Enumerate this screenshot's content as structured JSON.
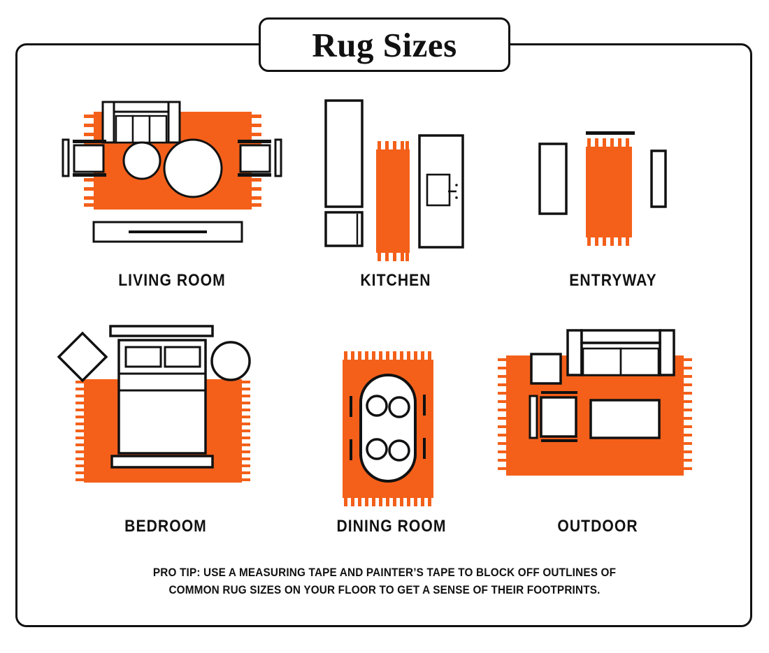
{
  "title": "Rug Sizes",
  "colors": {
    "rug_orange": "#F4601A",
    "ink": "#111111",
    "background": "#FFFFFF"
  },
  "rooms": [
    {
      "id": "living-room",
      "label": "LIVING ROOM",
      "rug": {
        "shape": "rectangle",
        "orientation": "landscape",
        "fringe": "left-right"
      },
      "furniture": [
        "sofa-three-seat",
        "armchair-left",
        "armchair-right",
        "small-round-table",
        "large-round-table",
        "media-console"
      ]
    },
    {
      "id": "kitchen",
      "label": "KITCHEN",
      "rug": {
        "shape": "runner",
        "orientation": "portrait",
        "fringe": "top-bottom"
      },
      "furniture": [
        "tall-counter",
        "appliance-box",
        "island-with-sink"
      ]
    },
    {
      "id": "entryway",
      "label": "ENTRYWAY",
      "rug": {
        "shape": "runner",
        "orientation": "portrait",
        "fringe": "top-bottom"
      },
      "furniture": [
        "door-threshold",
        "console-bench",
        "narrow-cabinet"
      ]
    },
    {
      "id": "bedroom",
      "label": "BEDROOM",
      "rug": {
        "shape": "rectangle",
        "orientation": "landscape",
        "fringe": "left-right"
      },
      "furniture": [
        "headboard",
        "bed-with-two-pillows",
        "diamond-nightstand",
        "round-nightstand",
        "foot-bench"
      ]
    },
    {
      "id": "dining-room",
      "label": "DINING ROOM",
      "rug": {
        "shape": "rectangle",
        "orientation": "portrait",
        "fringe": "top-bottom"
      },
      "furniture": [
        "oval-table",
        "place-setting-1",
        "place-setting-2",
        "place-setting-3",
        "place-setting-4",
        "side-chairs"
      ]
    },
    {
      "id": "outdoor",
      "label": "OUTDOOR",
      "rug": {
        "shape": "rectangle",
        "orientation": "landscape",
        "fringe": "left-right"
      },
      "furniture": [
        "outdoor-sofa",
        "side-table",
        "lounge-chair",
        "coffee-table"
      ]
    }
  ],
  "pro_tip": {
    "prefix": "PRO TIP:",
    "body": " USE A MEASURING TAPE AND PAINTER’S TAPE TO BLOCK OFF OUTLINES OF COMMON RUG SIZES ON YOUR FLOOR TO GET A SENSE OF THEIR FOOTPRINTS."
  }
}
